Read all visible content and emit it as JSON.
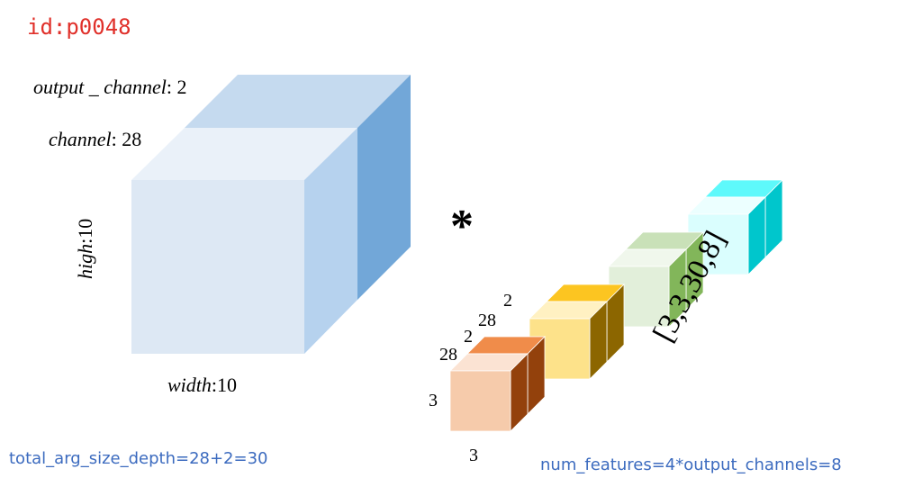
{
  "figure_id": "id:p0048",
  "big_cube": {
    "output_channel_label": "output _ channel",
    "output_channel_value": ": 2",
    "channel_label": "channel",
    "channel_value": ": 28",
    "high_label": "high",
    "high_value": ":10",
    "width_label": "width",
    "width_value": ":10"
  },
  "operator": "*",
  "kernel_shape": "[3,3,30,8]",
  "small_labels": {
    "k_channel_a": "28",
    "k_out_a": "2",
    "k_channel_b": "28",
    "k_out_b": "2",
    "k_height": "3",
    "k_width": "3"
  },
  "footer": {
    "left": "total_arg_size_depth=28+2=30",
    "right": "num_features=4*output_channels=8"
  },
  "colors": {
    "id_text": "#e0302a",
    "caption_text": "#3c6bbf",
    "big_front": "#dde8f4",
    "big_top_front": "#eaf1f9",
    "big_side_front": "#b6d2ee",
    "big_top_back": "#c5daef",
    "big_side_back": "#72a7d8",
    "kernel_orange": [
      "#f6cbab",
      "#fbe3d3",
      "#f08c4a",
      "#93410c"
    ],
    "kernel_yellow": [
      "#fde28a",
      "#fff1c2",
      "#fcc521",
      "#8c6600"
    ],
    "kernel_green": [
      "#e2efda",
      "#f0f7ec",
      "#c9e1b8",
      "#82b65a"
    ],
    "kernel_cyan": [
      "#dafefe",
      "#ecffff",
      "#5ef9fb",
      "#00c6cc"
    ]
  }
}
